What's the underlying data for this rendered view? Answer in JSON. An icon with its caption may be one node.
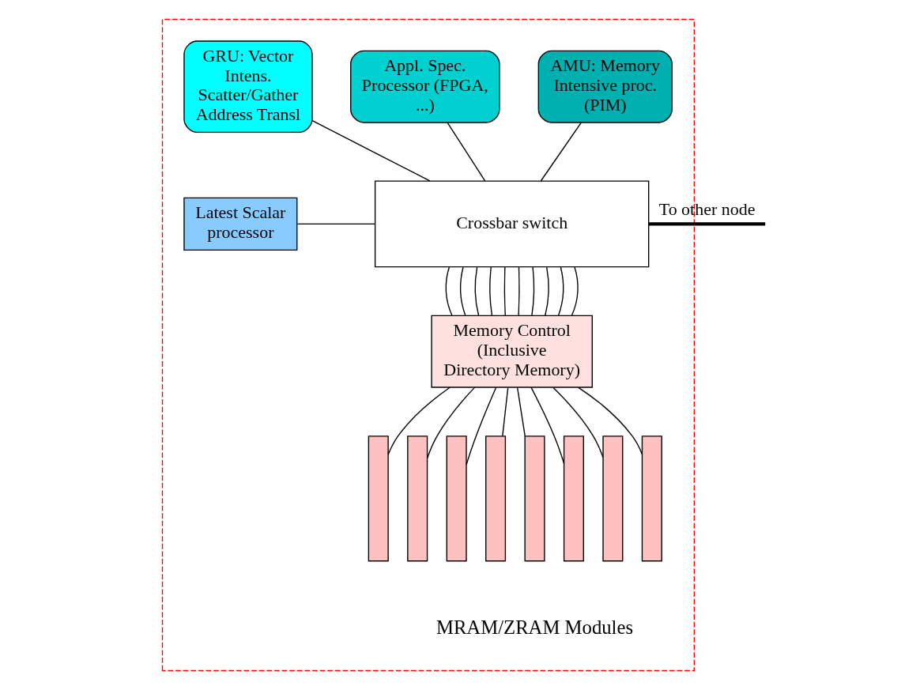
{
  "diagram": {
    "nodes": [
      {
        "text": [],
        "shape": "box"
      },
      {
        "text": [
          "GRU: Vector Intens. Scatter/Gather Address Transl"
        ],
        "in": 0
      },
      {
        "text": [
          "Appl. Spec. Processor (FPGA, ...)"
        ],
        "in": 0
      },
      {
        "text": [
          "AMU: Memory Intensive proc. (PIM)"
        ],
        "in": 0
      },
      {
        "text": [
          "Latest Scalar processor"
        ],
        "in": 0
      },
      {
        "text": [
          "Crossbar switch"
        ],
        "in": 0
      },
      {
        "text": [
          "Memory Control (Inclusive Directory Memory)"
        ],
        "in": 0
      },
      {
        "text": [],
        "shape": "bar",
        "in": 0
      },
      {
        "text": [],
        "shape": "bar",
        "in": 0
      },
      {
        "text": [],
        "shape": "bar",
        "in": 0
      },
      {
        "text": [],
        "shape": "bar",
        "in": 0
      },
      {
        "text": [],
        "shape": "bar",
        "in": 0
      },
      {
        "text": [],
        "shape": "bar",
        "in": 0
      },
      {
        "text": [],
        "shape": "bar",
        "in": 0
      },
      {
        "text": [],
        "shape": "bar",
        "in": 0
      }
    ],
    "edges": [
      {
        "from": 1,
        "to": 5,
        "arrow": "none"
      },
      {
        "from": 2,
        "to": 5,
        "arrow": "none"
      },
      {
        "from": 3,
        "to": 5,
        "arrow": "none"
      },
      {
        "from": 4,
        "to": 5,
        "arrow": "none"
      },
      {
        "from": 5,
        "to": null,
        "arrow": "none",
        "label": "To other node",
        "style": "thick"
      },
      {
        "from": 5,
        "to": 6,
        "arrow": "none"
      },
      {
        "from": 5,
        "to": 6,
        "arrow": "none"
      },
      {
        "from": 5,
        "to": 6,
        "arrow": "none"
      },
      {
        "from": 5,
        "to": 6,
        "arrow": "none"
      },
      {
        "from": 5,
        "to": 6,
        "arrow": "none"
      },
      {
        "from": 5,
        "to": 6,
        "arrow": "none"
      },
      {
        "from": 5,
        "to": 6,
        "arrow": "none"
      },
      {
        "from": 5,
        "to": 6,
        "arrow": "none"
      },
      {
        "from": 5,
        "to": 6,
        "arrow": "none"
      },
      {
        "from": 5,
        "to": 6,
        "arrow": "none"
      },
      {
        "from": 6,
        "to": 7,
        "arrow": "none"
      },
      {
        "from": 6,
        "to": 8,
        "arrow": "none"
      },
      {
        "from": 6,
        "to": 9,
        "arrow": "none"
      },
      {
        "from": 6,
        "to": 10,
        "arrow": "none"
      },
      {
        "from": 6,
        "to": 11,
        "arrow": "none"
      },
      {
        "from": 6,
        "to": 12,
        "arrow": "none"
      },
      {
        "from": 6,
        "to": 13,
        "arrow": "none"
      },
      {
        "from": 6,
        "to": 14,
        "arrow": "none"
      }
    ],
    "labels": [
      "MRAM/ZRAM Modules"
    ]
  }
}
